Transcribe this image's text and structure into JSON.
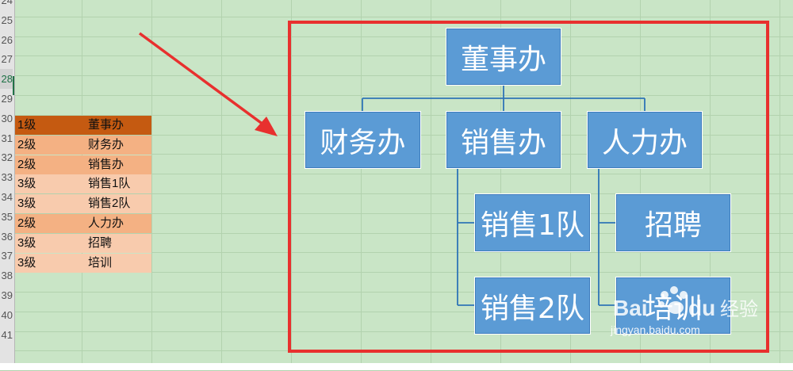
{
  "row_numbers": [
    "24",
    "25",
    "26",
    "27",
    "28",
    "29",
    "30",
    "31",
    "32",
    "33",
    "34",
    "35",
    "36",
    "37",
    "38",
    "39",
    "40",
    "41"
  ],
  "selected_row": "28",
  "table": [
    {
      "level": "1级",
      "name": "董事办",
      "color": "#c55a11"
    },
    {
      "level": "2级",
      "name": "财务办",
      "color": "#f4b183"
    },
    {
      "level": "2级",
      "name": "销售办",
      "color": "#f4b183"
    },
    {
      "level": "3级",
      "name": "销售1队",
      "color": "#f8cbad"
    },
    {
      "level": "3级",
      "name": "销售2队",
      "color": "#f8cbad"
    },
    {
      "level": "2级",
      "name": "人力办",
      "color": "#f4b183"
    },
    {
      "level": "3级",
      "name": "招聘",
      "color": "#f8cbad"
    },
    {
      "level": "3级",
      "name": "培训",
      "color": "#f8cbad"
    }
  ],
  "org_chart": {
    "root": "董事办",
    "finance": "财务办",
    "sales": "销售办",
    "hr": "人力办",
    "sales_team1": "销售1队",
    "sales_team2": "销售2队",
    "recruit": "招聘",
    "training": "培训"
  },
  "colors": {
    "node_fill": "#5b9bd5",
    "connector": "#2e75b6",
    "highlight_frame": "#e8302e",
    "arrow": "#e8302e",
    "sheet_bg": "#c9e5c6"
  },
  "watermark": {
    "logo": "Bai du 经验",
    "url": "jingyan.baidu.com"
  }
}
